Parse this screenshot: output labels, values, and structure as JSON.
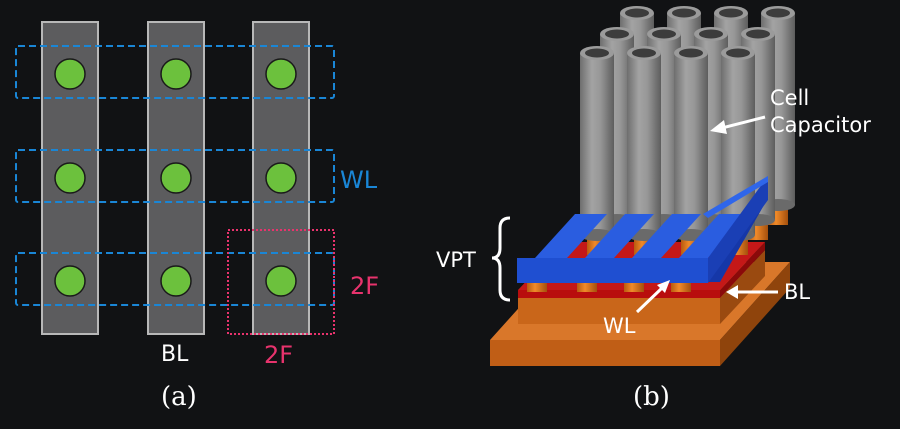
{
  "panel_a": {
    "caption": "(a)",
    "bitline_count": 3,
    "wordline_count": 3,
    "cells_per_line": 3,
    "labels": {
      "wl": "WL",
      "bl": "BL",
      "pitch_vertical": "2F",
      "pitch_horizontal": "2F"
    },
    "colors": {
      "bitline": "#5c5c5e",
      "cell": "#6cc13d",
      "wordline": "#1a86d6",
      "pitch": "#e8336d"
    }
  },
  "panel_b": {
    "caption": "(b)",
    "labels": {
      "cell_capacitor_line1": "Cell",
      "cell_capacitor_line2": "Capacitor",
      "vpt": "VPT",
      "wl": "WL",
      "bl": "BL"
    },
    "colors": {
      "capacitor": "#8a8a8a",
      "pillar": "#e07a1c",
      "wordline": "#1f4fd1",
      "bitline": "#b80d0d",
      "substrate": "#c9661a"
    }
  }
}
